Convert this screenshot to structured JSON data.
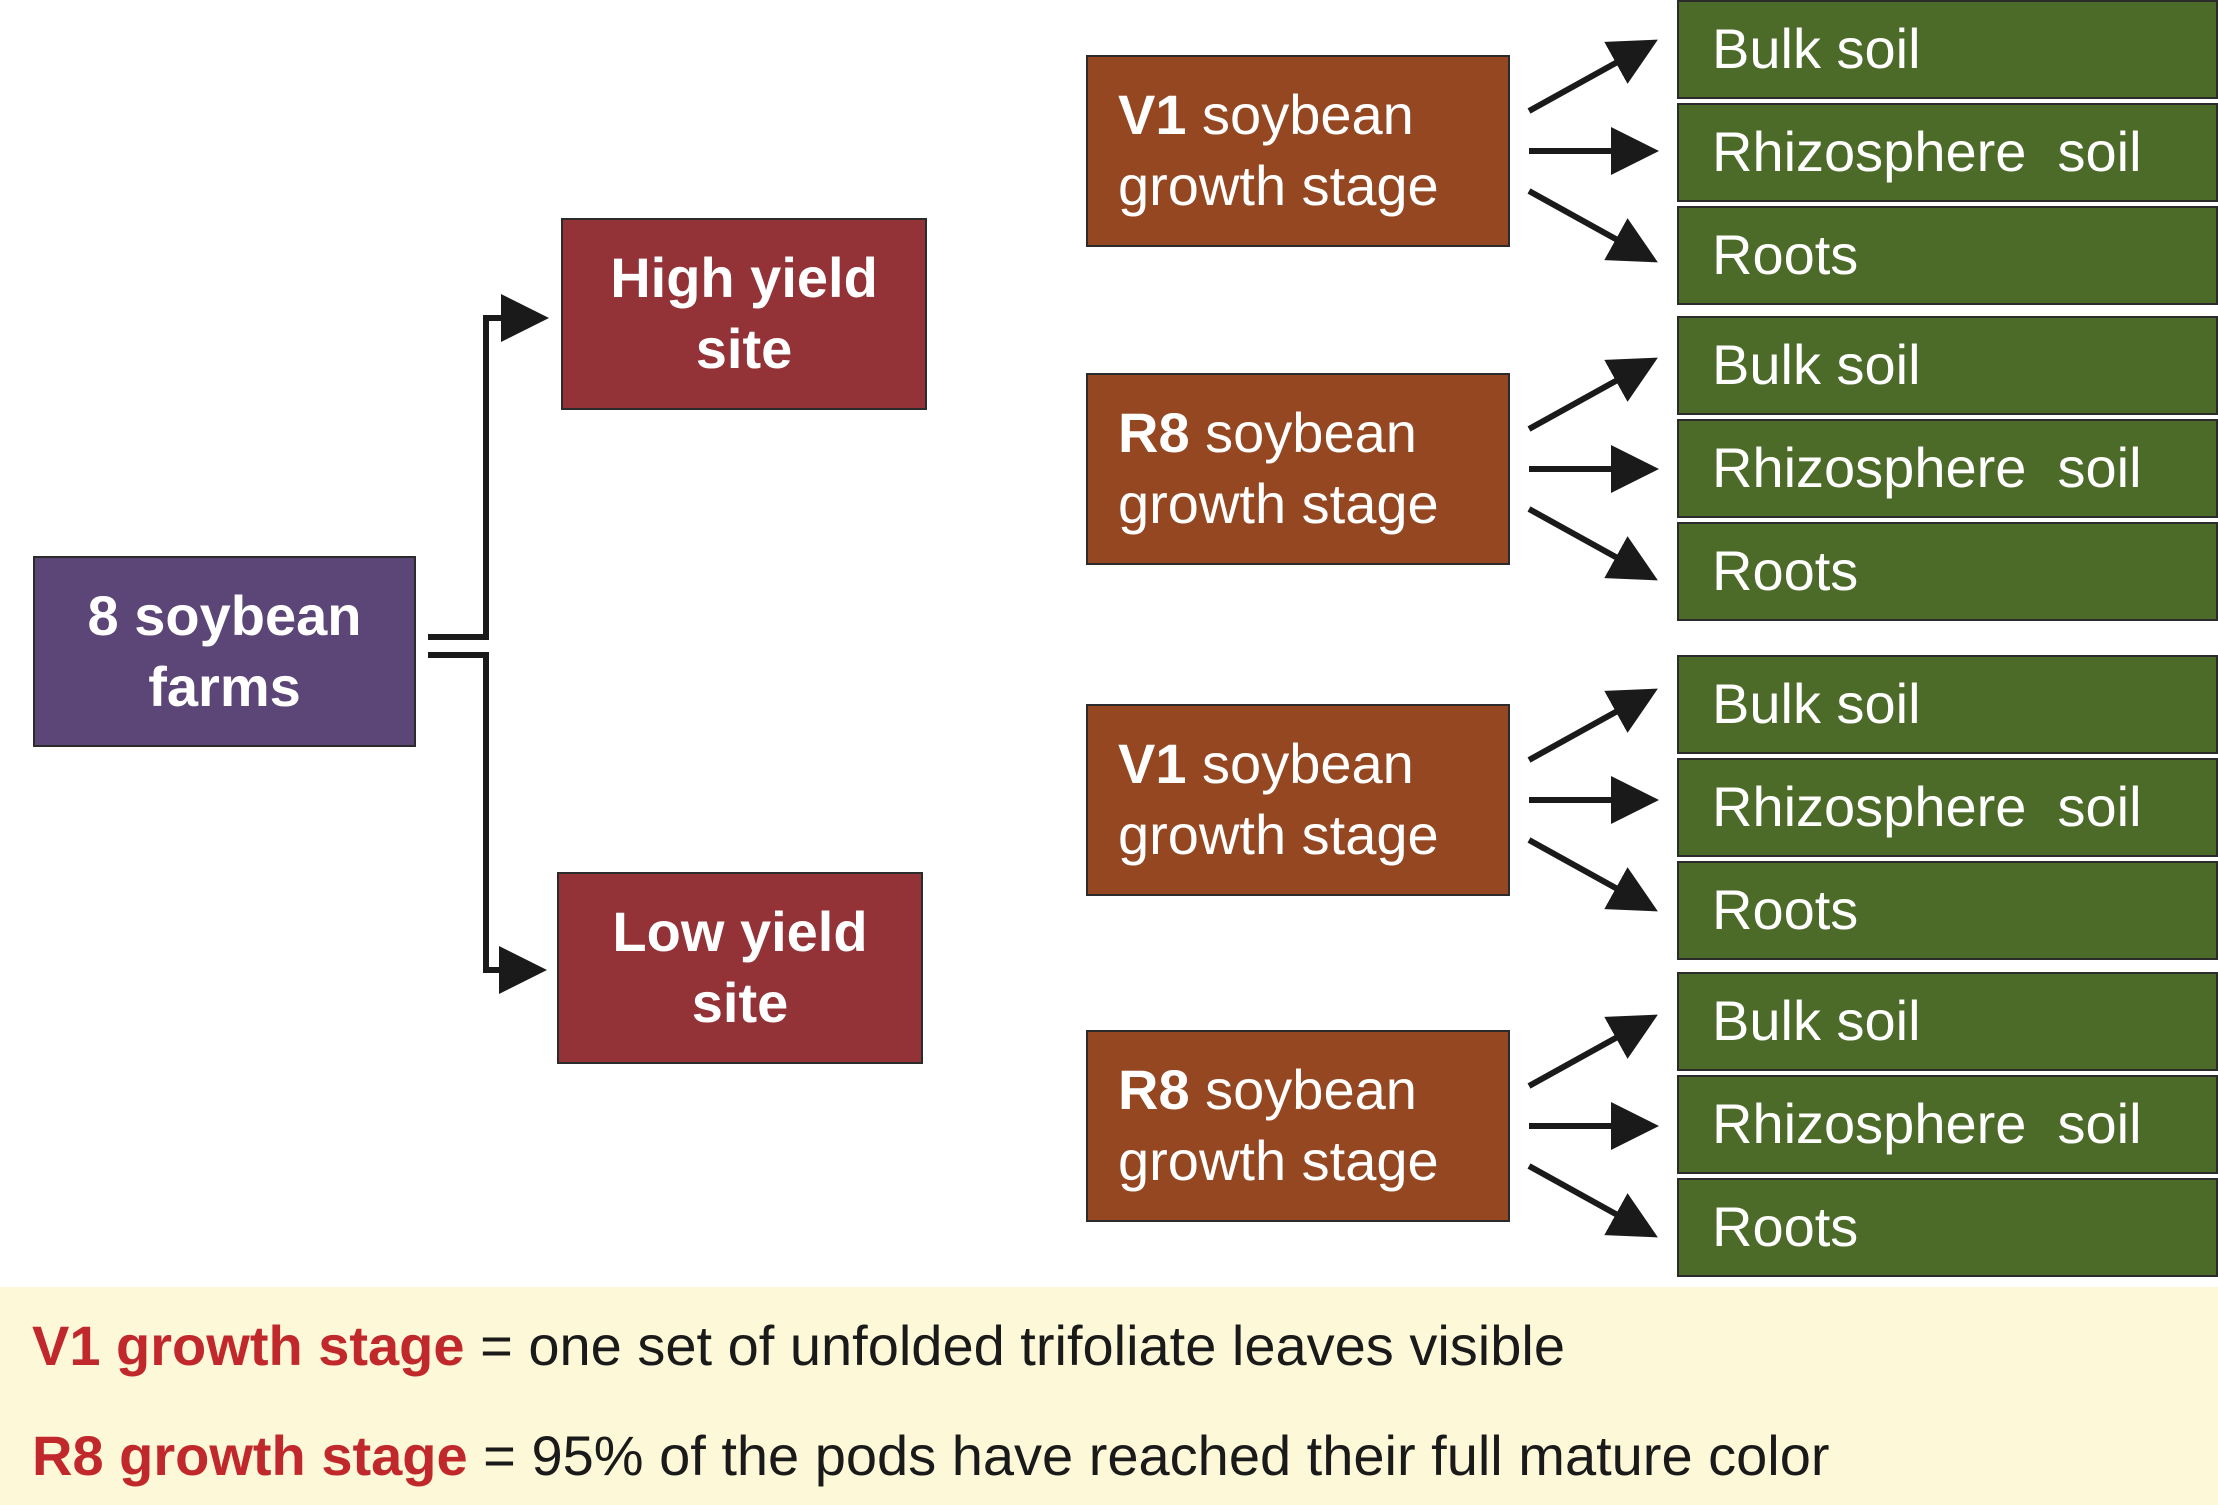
{
  "root": {
    "line1": "8 soybean",
    "line2": "farms"
  },
  "sites": [
    {
      "line1": "High yield",
      "line2": "site"
    },
    {
      "line1": "Low yield",
      "line2": "site"
    }
  ],
  "stages": [
    {
      "code": "V1",
      "word": " soybean",
      "line2": "growth stage"
    },
    {
      "code": "R8",
      "word": " soybean",
      "line2": "growth stage"
    },
    {
      "code": "V1",
      "word": " soybean",
      "line2": "growth stage"
    },
    {
      "code": "R8",
      "word": " soybean",
      "line2": "growth stage"
    }
  ],
  "samples": [
    "Bulk soil",
    "Rhizosphere  soil",
    "Roots"
  ],
  "legend": {
    "v1_term": "V1 growth stage",
    "v1_def": " = one set of unfolded trifoliate leaves visible",
    "r8_term": "R8 growth stage",
    "r8_def": " = 95% of the pods have reached their full mature color"
  },
  "colors": {
    "root": "#5c4577",
    "site": "#933237",
    "stage": "#944721",
    "sample": "#4c6a28",
    "legend_bg": "#fdf8d8",
    "legend_term": "#c0282c"
  }
}
